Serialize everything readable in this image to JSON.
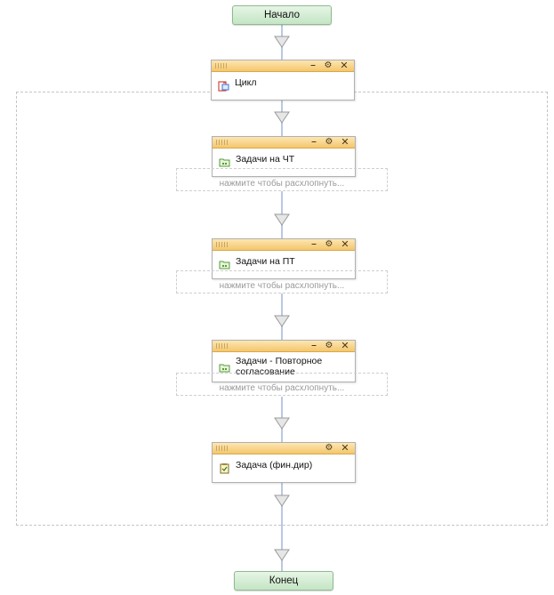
{
  "start": {
    "label": "Начало"
  },
  "end": {
    "label": "Конец"
  },
  "expand_hint": "нажмите чтобы расхлопнуть...",
  "blocks": [
    {
      "label": "Цикл",
      "icon": "loop-icon"
    },
    {
      "label": "Задачи на ЧТ",
      "icon": "task-group-icon"
    },
    {
      "label": "Задачи на ПТ",
      "icon": "task-group-icon"
    },
    {
      "label": "Задачи - Повторное согласование",
      "icon": "task-group-icon"
    },
    {
      "label": "Задача (фин.дир)",
      "icon": "task-clipboard-icon"
    }
  ],
  "header_buttons": {
    "minimize": "minimize-icon",
    "settings": "gear-icon",
    "close": "close-icon"
  },
  "colors": {
    "connector": "#b9c8e4",
    "arrow_fill": "#e6e6e6",
    "arrow_stroke": "#9a9a9a",
    "block_header": "#f4c66d",
    "terminal": "#c4e5c4"
  }
}
